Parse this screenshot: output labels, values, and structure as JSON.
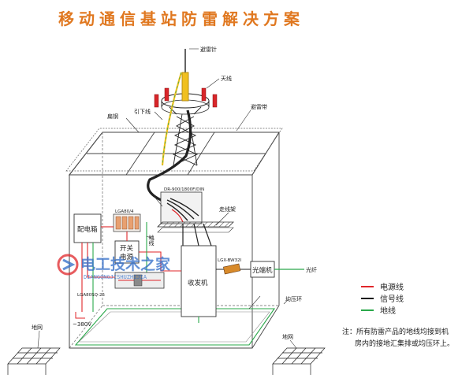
{
  "title": "移动通信基站防雷解决方案",
  "labels": {
    "lightning_rod": "避雷针",
    "antenna": "天线",
    "down_conductor": "引下线",
    "flat_steel": "扁钢",
    "lightning_strip": "避雷带",
    "feeder_spd": "DR-900/1800F/DIN",
    "cable_tray": "走线架",
    "ground_wire": "地线",
    "signal_spd": "LGX-BW32I",
    "distribution_box_spd": "LGA80/4",
    "power_spd": "LGA80SQ-25",
    "voltage": "~380V",
    "equipotential_ring": "均压环",
    "ground_grid_left": "地网",
    "ground_grid_right": "地网",
    "optical_fiber": "光纤"
  },
  "boxes": {
    "distribution_box": "配电箱",
    "switch_power": "开关电源",
    "transceiver": "收发机",
    "optical_terminal": "光端机"
  },
  "legend": [
    {
      "label": "电源线",
      "color": "#e0262a"
    },
    {
      "label": "信号线",
      "color": "#1a1a1a"
    },
    {
      "label": "地线",
      "color": "#2aa84a"
    }
  ],
  "note": {
    "line1": "注：所有防雷产品的地线均接到机",
    "line2": "房内的接地汇集排或均压环上。"
  },
  "watermark": {
    "main": "电工技术之家",
    "sub": "DIANGONGJISHUZHIJIA"
  },
  "colors": {
    "title": "#e07820",
    "power": "#e0262a",
    "ground": "#2aa84a",
    "feeder": "#f0c020"
  }
}
